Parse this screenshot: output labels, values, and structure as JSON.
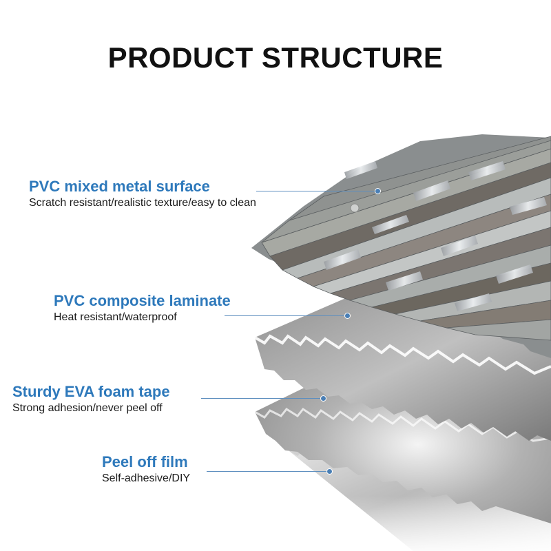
{
  "title": "PRODUCT STRUCTURE",
  "accent_color": "#2e79bb",
  "layers": [
    {
      "heading": "PVC mixed metal surface",
      "description": "Scratch resistant/realistic texture/easy to clean"
    },
    {
      "heading": "PVC composite laminate",
      "description": "Heat resistant/waterproof"
    },
    {
      "heading": "Sturdy EVA foam tape",
      "description": "Strong adhesion/never peel off"
    },
    {
      "heading": "Peel off film",
      "description": "Self-adhesive/DIY"
    }
  ]
}
